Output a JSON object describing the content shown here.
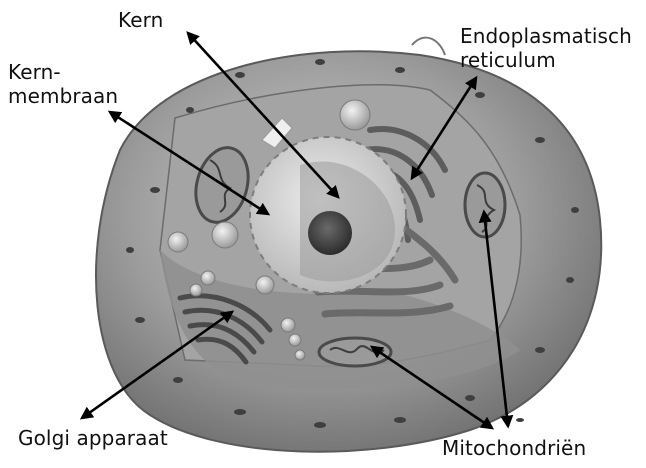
{
  "labels": {
    "kern": "Kern",
    "kernmembraan_1": "Kern-",
    "kernmembraan_2": "membraan",
    "er_1": "Endoplasmatisch",
    "er_2": "reticulum",
    "golgi": "Golgi apparaat",
    "mito": "Mitochondriën"
  },
  "colors": {
    "outer_membrane": "#8d8d8d",
    "cytoplasm": "#a9a9a9",
    "nucleus": "#d4d4d4",
    "nucleolus": "#444444",
    "arrow": "#000000"
  }
}
